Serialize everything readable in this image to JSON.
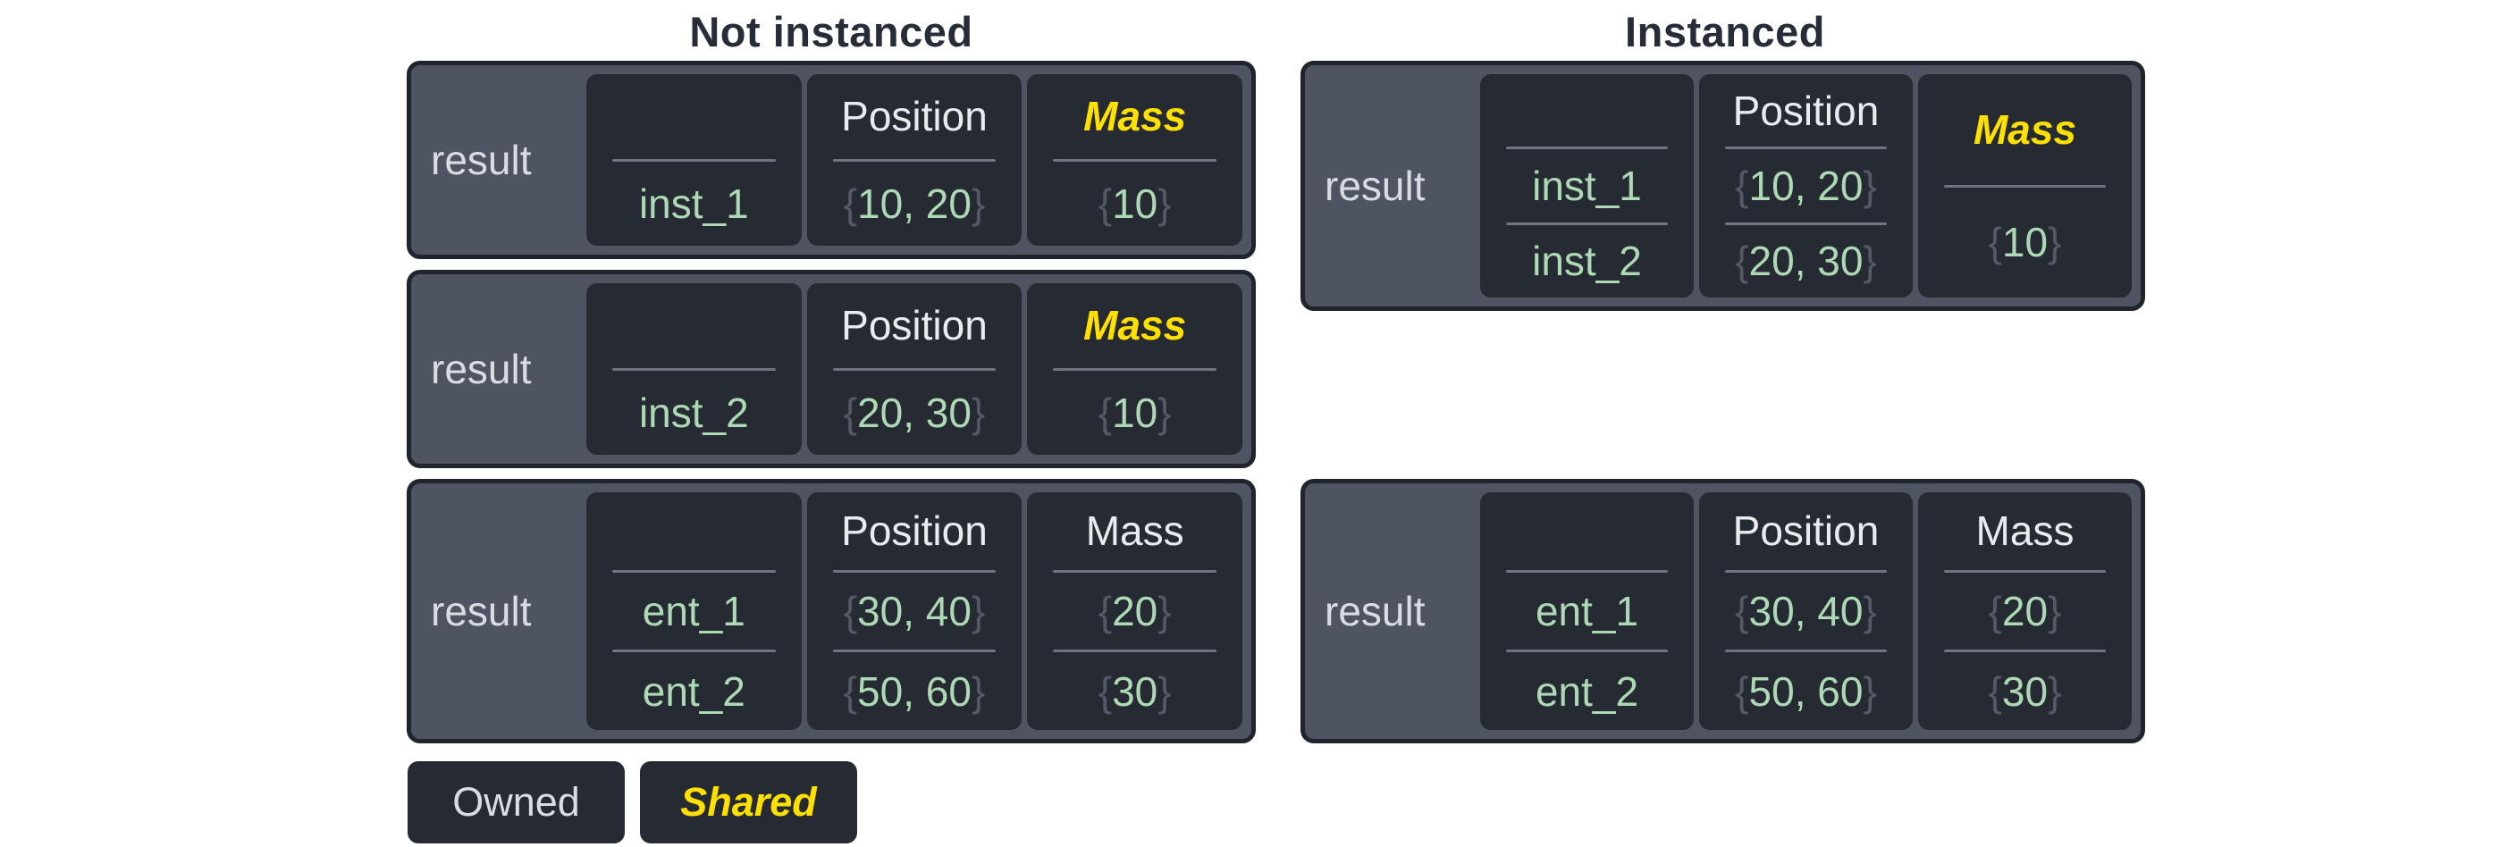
{
  "titles": {
    "not_instanced": "Not instanced",
    "instanced": "Instanced"
  },
  "result_label": "result",
  "legend": {
    "owned": "Owned",
    "shared": "Shared"
  },
  "colors": {
    "page_bg": "#ffffff",
    "title_text": "#272c39",
    "box_bg": "#4e5461",
    "box_border": "#20242d",
    "cell_bg": "#262a33",
    "result_text": "#d9dce3",
    "header_text": "#e9ebef",
    "shared_header_text": "#ffe000",
    "value_number_text": "#aed9b5",
    "value_brace_text": "#525a68",
    "divider": "#6e7482"
  },
  "not_instanced": {
    "box1": {
      "entity": {
        "header": "",
        "rows": [
          "inst_1"
        ]
      },
      "position": {
        "header": "Position",
        "rows": [
          "{10, 20}"
        ]
      },
      "mass": {
        "header": "Mass",
        "shared": true,
        "rows": [
          "{10}"
        ]
      }
    },
    "box2": {
      "entity": {
        "header": "",
        "rows": [
          "inst_2"
        ]
      },
      "position": {
        "header": "Position",
        "rows": [
          "{20, 30}"
        ]
      },
      "mass": {
        "header": "Mass",
        "shared": true,
        "rows": [
          "{10}"
        ]
      }
    },
    "box3": {
      "entity": {
        "header": "",
        "rows": [
          "ent_1",
          "ent_2"
        ]
      },
      "position": {
        "header": "Position",
        "rows": [
          "{30, 40}",
          "{50, 60}"
        ]
      },
      "mass": {
        "header": "Mass",
        "shared": false,
        "rows": [
          "{20}",
          "{30}"
        ]
      }
    }
  },
  "instanced": {
    "box1": {
      "entity": {
        "header": "",
        "rows": [
          "inst_1",
          "inst_2"
        ]
      },
      "position": {
        "header": "Position",
        "rows": [
          "{10, 20}",
          "{20, 30}"
        ]
      },
      "mass": {
        "header": "Mass",
        "shared": true,
        "rows": [
          "{10}"
        ]
      }
    },
    "box2": {
      "entity": {
        "header": "",
        "rows": [
          "ent_1",
          "ent_2"
        ]
      },
      "position": {
        "header": "Position",
        "rows": [
          "{30, 40}",
          "{50, 60}"
        ]
      },
      "mass": {
        "header": "Mass",
        "shared": false,
        "rows": [
          "{20}",
          "{30}"
        ]
      }
    }
  }
}
